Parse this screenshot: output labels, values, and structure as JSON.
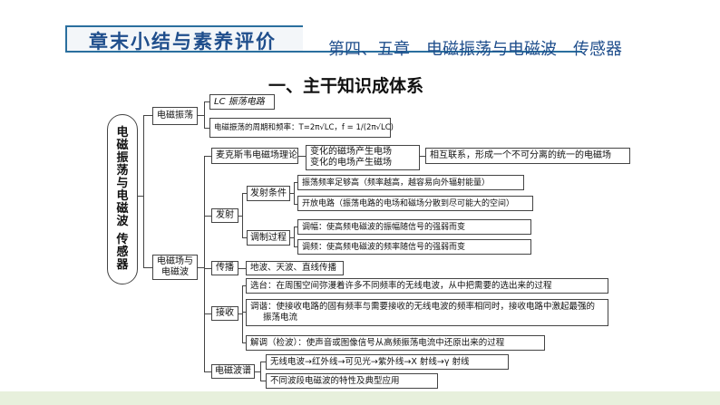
{
  "header": {
    "left_title": "章末小结与素养评价",
    "right_title": "第四、五章　电磁振荡与电磁波　传感器",
    "accent_color": "#2a6f9e",
    "title_color": "#1f4e8c"
  },
  "section_title": "一、主干知识成体系",
  "root": {
    "chars": [
      "电",
      "磁",
      "振",
      "荡",
      "与",
      "电",
      "磁",
      "波",
      "",
      "传",
      "感",
      "器"
    ]
  },
  "branch1": {
    "label": "电磁振荡",
    "lc_label": "LC 振荡电路",
    "period": "电磁振荡的周期和频率：T=2π√LC，f = 1/(2π√LC)"
  },
  "branch2": {
    "label_line1": "电磁场与",
    "label_line2": "电磁波",
    "maxwell": {
      "label": "麦克斯韦电磁场理论",
      "line1": "变化的磁场产生电场",
      "line2": "变化的电场产生磁场",
      "result": "相互联系，形成一个不可分离的统一的电磁场"
    },
    "emit": {
      "label": "发射",
      "cond_label": "发射条件",
      "cond1": "振荡频率足够高（频率越高，越容易向外辐射能量）",
      "cond2": "开放电路（振荡电路的电场和磁场分散到尽可能大的空间）",
      "mod_label": "调制过程",
      "mod1": "调幅：使高频电磁波的振幅随信号的强弱而变",
      "mod2": "调频：使高频电磁波的频率随信号的强弱而变"
    },
    "propagate": {
      "label": "传播",
      "text": "地波、天波、直线传播"
    },
    "receive": {
      "label": "接收",
      "select": "选台：在周围空间弥漫着许多不同频率的无线电波，从中把需要的选出来的过程",
      "tune_line1": "调谐：使接收电路的固有频率与需要接收的无线电波的频率相同时，接收电路中激起最强的",
      "tune_line2": "振荡电流",
      "demod": "解调（检波）：使声音或图像信号从高频振荡电流中还原出来的过程"
    },
    "spectrum": {
      "label": "电磁波谱",
      "order": "无线电波→红外线→可见光→紫外线→X 射线→γ 射线",
      "apps": "不同波段电磁波的特性及典型应用"
    }
  }
}
